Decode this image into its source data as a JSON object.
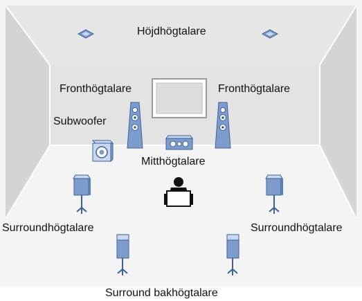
{
  "diagram": {
    "labels": {
      "height": "Höjdhögtalare",
      "front_left": "Fronthögtalare",
      "front_right": "Fronthögtalare",
      "subwoofer": "Subwoofer",
      "center": "Mitthögtalare",
      "surround_left": "Surroundhögtalare",
      "surround_right": "Surroundhögtalare",
      "surround_back": "Surround bakhögtalare"
    },
    "colors": {
      "room_wall": "#e3e3e3",
      "room_floor": "#f4f4f4",
      "side_wall": "#d6d6d6",
      "speaker_fill": "#7d9ccd",
      "speaker_light": "#c9d8ee",
      "speaker_stroke": "#3c5f97",
      "listener": "#111111"
    }
  }
}
